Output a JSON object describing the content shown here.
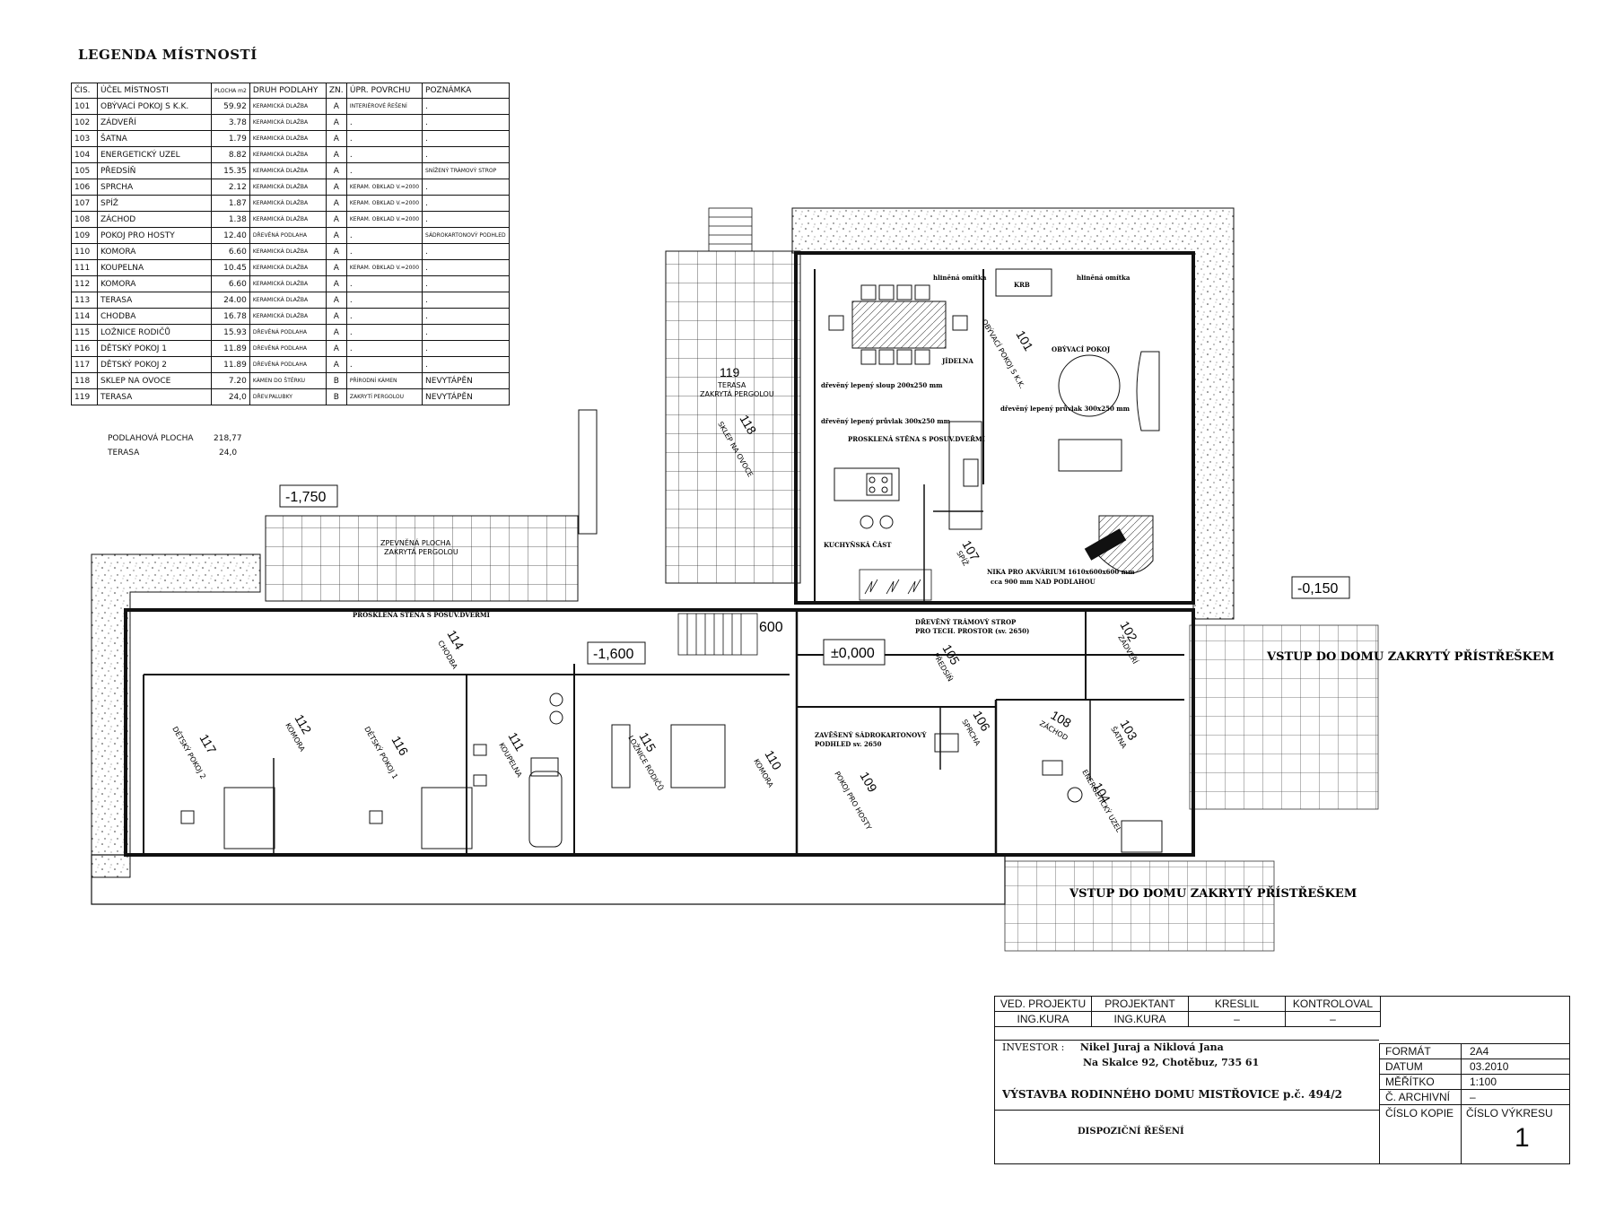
{
  "legend": {
    "title": "LEGENDA MÍSTNOSTÍ",
    "headers": [
      "ČIS.",
      "ÚČEL MÍSTNOSTI",
      "PLOCHA m2",
      "DRUH PODLAHY",
      "ZN.",
      "ÚPR. POVRCHU",
      "POZNÁMKA"
    ],
    "rows": [
      [
        "101",
        "OBÝVACÍ POKOJ S K.K.",
        "59.92",
        "KERAMICKÁ DLAŽBA",
        "A",
        "INTERIÉROVÉ ŘEŠENÍ",
        "."
      ],
      [
        "102",
        "ZÁDVEŘÍ",
        "3.78",
        "KERAMICKÁ DLAŽBA",
        "A",
        ".",
        "."
      ],
      [
        "103",
        "ŠATNA",
        "1.79",
        "KERAMICKÁ DLAŽBA",
        "A",
        ".",
        "."
      ],
      [
        "104",
        "ENERGETICKÝ UZEL",
        "8.82",
        "KERAMICKÁ DLAŽBA",
        "A",
        ".",
        "."
      ],
      [
        "105",
        "PŘEDSÍŇ",
        "15.35",
        "KERAMICKÁ DLAŽBA",
        "A",
        ".",
        "SNÍŽENÝ TRÁMOVÝ STROP"
      ],
      [
        "106",
        "SPRCHA",
        "2.12",
        "KERAMICKÁ DLAŽBA",
        "A",
        "KERAM. OBKLAD V.=2000",
        "."
      ],
      [
        "107",
        "SPÍŽ",
        "1.87",
        "KERAMICKÁ DLAŽBA",
        "A",
        "KERAM. OBKLAD V.=2000",
        "."
      ],
      [
        "108",
        "ZÁCHOD",
        "1.38",
        "KERAMICKÁ DLAŽBA",
        "A",
        "KERAM. OBKLAD V.=2000",
        "."
      ],
      [
        "109",
        "POKOJ PRO HOSTY",
        "12.40",
        "DŘEVĚNÁ PODLAHA",
        "A",
        ".",
        "SÁDROKARTONOVÝ PODHLED"
      ],
      [
        "110",
        "KOMORA",
        "6.60",
        "KERAMICKÁ DLAŽBA",
        "A",
        ".",
        "."
      ],
      [
        "111",
        "KOUPELNA",
        "10.45",
        "KERAMICKÁ DLAŽBA",
        "A",
        "KERAM. OBKLAD V.=2000",
        "."
      ],
      [
        "112",
        "KOMORA",
        "6.60",
        "KERAMICKÁ DLAŽBA",
        "A",
        ".",
        "."
      ],
      [
        "113",
        "TERASA",
        "24.00",
        "KERAMICKÁ DLAŽBA",
        "A",
        ".",
        "."
      ],
      [
        "114",
        "CHODBA",
        "16.78",
        "KERAMICKÁ DLAŽBA",
        "A",
        ".",
        "."
      ],
      [
        "115",
        "LOŽNICE RODIČŮ",
        "15.93",
        "DŘEVĚNÁ PODLAHA",
        "A",
        ".",
        "."
      ],
      [
        "116",
        "DĚTSKÝ POKOJ 1",
        "11.89",
        "DŘEVĚNÁ PODLAHA",
        "A",
        ".",
        "."
      ],
      [
        "117",
        "DĚTSKÝ POKOJ 2",
        "11.89",
        "DŘEVĚNÁ PODLAHA",
        "A",
        ".",
        "."
      ],
      [
        "118",
        "SKLEP NA OVOCE",
        "7.20",
        "KÁMEN DO ŠTĚRKU",
        "B",
        "PŘÍRODNÍ KÁMEN",
        "NEVYTÁPĚN"
      ],
      [
        "119",
        "TERASA",
        "24,0",
        "DŘEV.PALUBKY",
        "B",
        "ZAKRYTÍ PERGOLOU",
        "NEVYTÁPĚN"
      ]
    ],
    "summary": [
      {
        "label": "PODLAHOVÁ PLOCHA",
        "value": "218,77"
      },
      {
        "label": "TERASA",
        "value": "24,0"
      }
    ]
  },
  "plan": {
    "levels": {
      "l1": "-1,750",
      "l2": "-1,600",
      "l3": "±0,000",
      "l4": "-0,150",
      "l5": "600"
    },
    "rooms": {
      "r101": "101",
      "r101n": "OBÝVACÍ POKOJ S K.K.",
      "r102": "102",
      "r102n": "ZÁDVEŘÍ",
      "r103": "103",
      "r103n": "ŠATNA",
      "r104": "104",
      "r104n": "ENERGETICKÝ UZEL",
      "r105": "105",
      "r105n": "PŘEDSÍŇ",
      "r106": "106",
      "r106n": "SPRCHA",
      "r107": "107",
      "r107n": "SPÍŽ",
      "r108": "108",
      "r108n": "ZÁCHOD",
      "r109": "109",
      "r109n": "POKOJ PRO HOSTY",
      "r110": "110",
      "r110n": "KOMORA",
      "r111": "111",
      "r111n": "KOUPELNA",
      "r112": "112",
      "r112n": "KOMORA",
      "r114": "114",
      "r114n": "CHODBA",
      "r115": "115",
      "r115n": "LOŽNICE RODIČŮ",
      "r116": "116",
      "r116n": "DĚTSKÝ POKOJ 1",
      "r117": "117",
      "r117n": "DĚTSKÝ POKOJ 2",
      "r118": "118",
      "r118n": "SKLEP NA OVOCE",
      "r119": "119",
      "r119n": "TERASA",
      "r119b": "ZAKRYTÁ PERGOLOU"
    },
    "notes": {
      "krb": "KRB",
      "omitka1": "hliněná omítka",
      "omitka2": "hliněná omítka",
      "obyvaci": "OBÝVACÍ POKOJ",
      "jidelna": "JÍDELNA",
      "sloup": "dřevěný lepený sloup 200x250 mm",
      "pruvlak1": "dřevěný lepený průvlak 300x250 mm",
      "pruvlak2": "dřevěný lepený průvlak 300x250 mm",
      "stena1": "PROSKLENÁ STĚNA S POSUV.DVEŘMI",
      "stena2": "PROSKLENÁ STĚNA S POSUV.DVEŘMI",
      "kuchyn": "KUCHYŇSKÁ ČÁST",
      "akvarium1": "NIKA PRO AKVÁRIUM 1610x600x600 mm",
      "akvarium2": "cca 900 mm NAD PODLAHOU",
      "tramy1": "DŘEVĚNÝ TRÁMOVÝ STROP",
      "tramy2": "PRO TECH. PROSTOR (sv. 2650)",
      "podhled1": "ZAVĚŠENÝ SÁDROKARTONOVÝ",
      "podhled2": "PODHLED sv. 2650",
      "zpevnena1": "ZPEVNĚNÁ PLOCHA",
      "zpevnena2": "ZAKRYTÁ PERGOLOU"
    },
    "entrance1": "VSTUP DO DOMU ZAKRYTÝ PŘÍSTŘEŠKEM",
    "entrance2": "VSTUP DO DOMU ZAKRYTÝ PŘÍSTŘEŠKEM"
  },
  "title_block": {
    "heads": [
      "VED. PROJEKTU",
      "PROJEKTANT",
      "KRESLIL",
      "KONTROLOVAL"
    ],
    "vals": [
      "ING.KURA",
      "ING.KURA",
      "–",
      "–"
    ],
    "investor_label": "INVESTOR :",
    "investor_name": "Nikel Juraj a Niklová Jana",
    "investor_address": "Na Skalce 92, Chotěbuz, 735 61",
    "project": "VÝSTAVBA RODINNÉHO DOMU MISTŘOVICE p.č. 494/2",
    "drawing": "DISPOZIČNÍ ŘEŠENÍ",
    "rows": [
      {
        "k": "FORMÁT",
        "v": "2A4"
      },
      {
        "k": "DATUM",
        "v": "03.2010"
      },
      {
        "k": "MĚŘÍTKO",
        "v": "1:100"
      },
      {
        "k": "Č. ARCHIVNÍ",
        "v": "–"
      }
    ],
    "copy_label": "ČÍSLO KOPIE",
    "sheet_label": "ČÍSLO VÝKRESU",
    "sheet_no": "1"
  }
}
